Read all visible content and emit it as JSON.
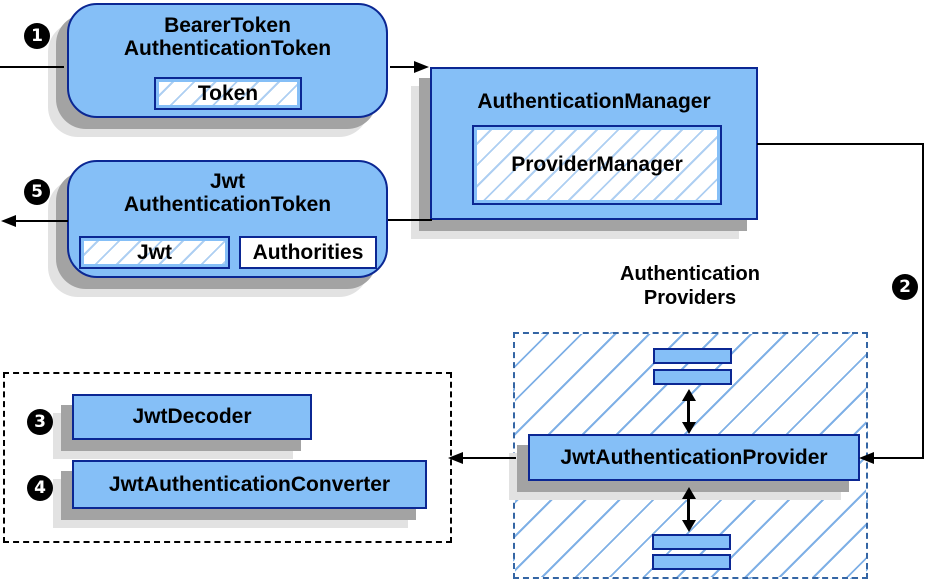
{
  "badges": {
    "step1": "1",
    "step2": "2",
    "step3": "3",
    "step4": "4",
    "step5": "5"
  },
  "bearer_box": {
    "title": [
      "BearerToken",
      "AuthenticationToken"
    ],
    "token_label": "Token"
  },
  "auth_manager": {
    "title": "AuthenticationManager",
    "provider_manager_label": "ProviderManager"
  },
  "jwt_box": {
    "title": [
      "Jwt",
      "AuthenticationToken"
    ],
    "jwt_label": "Jwt",
    "authorities_label": "Authorities"
  },
  "providers": {
    "heading": [
      "Authentication",
      "Providers"
    ],
    "provider_label": "JwtAuthenticationProvider"
  },
  "decoders": {
    "decoder_label": "JwtDecoder",
    "converter_label": "JwtAuthenticationConverter"
  },
  "colors": {
    "node_fill": "#85bff7",
    "node_border": "#0b2793",
    "hatch_line": "#aecff2",
    "providers_hatch_line": "#7fb0e6",
    "providers_dash_border": "#3465a4",
    "decoder_dash_border": "#000000",
    "connector": "#000000",
    "shadow_dark": "#a3a3a3",
    "shadow_light": "#e2e2e2",
    "badge_bg": "#000000",
    "badge_text": "#ffffff"
  }
}
